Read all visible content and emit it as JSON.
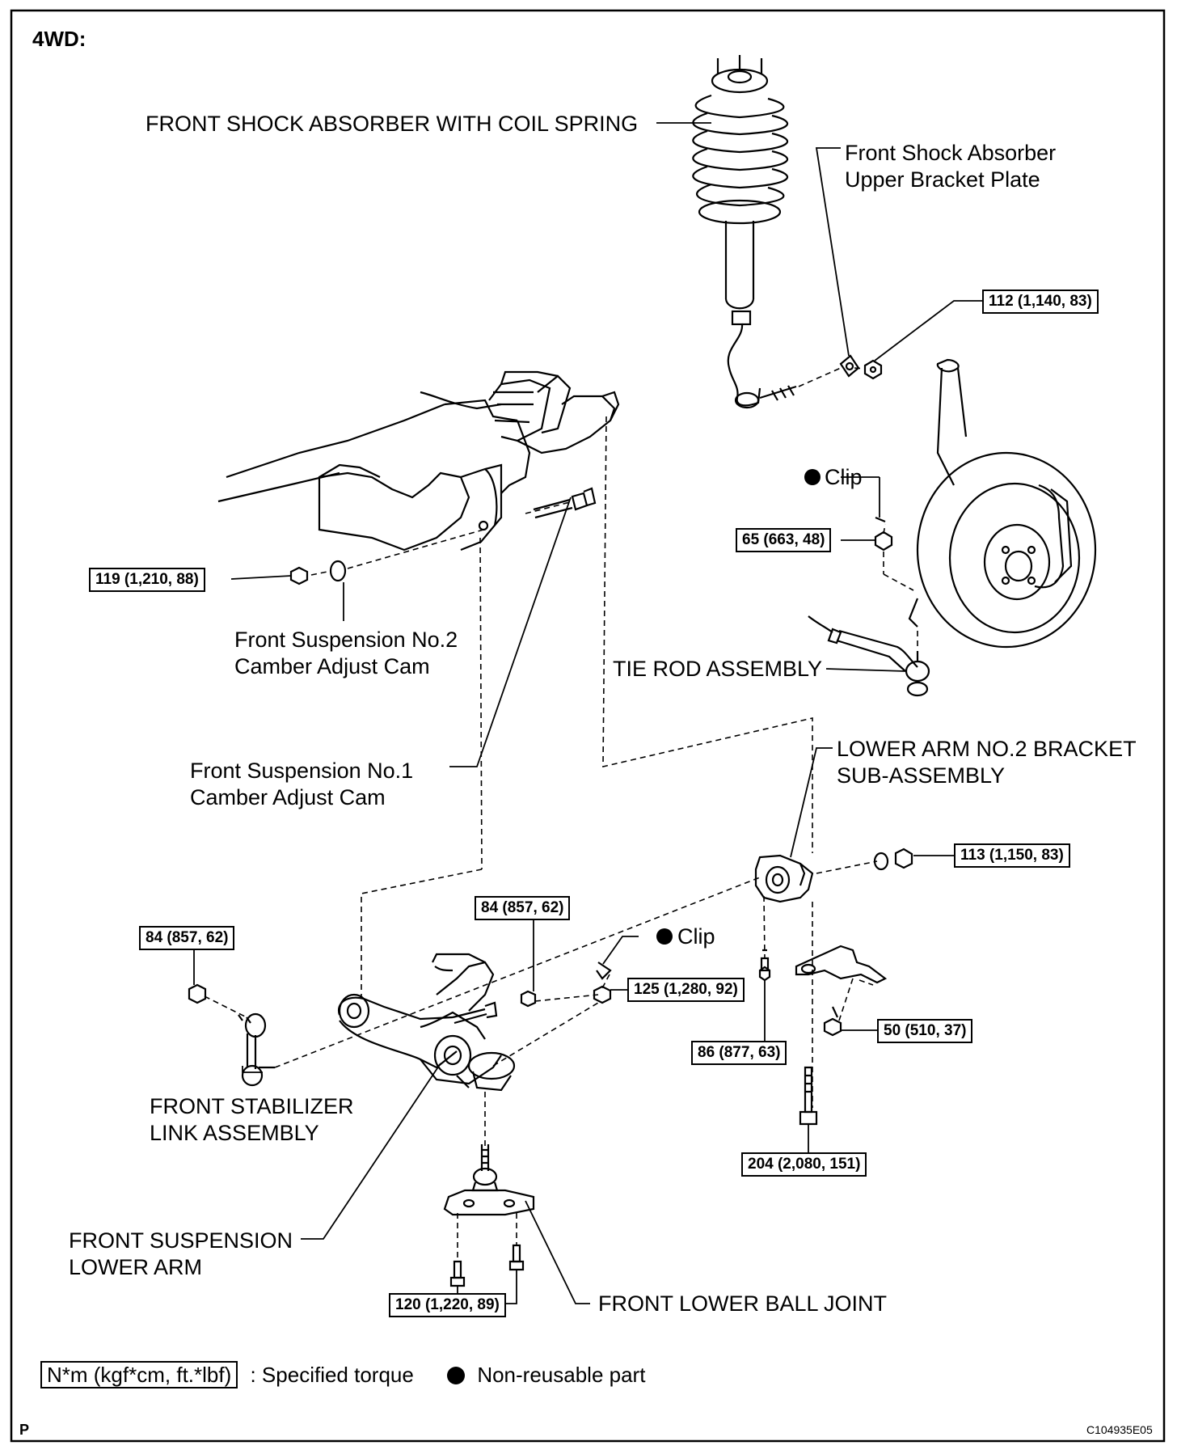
{
  "header": {
    "title": "4WD:"
  },
  "labels": {
    "shock_assy": "FRONT SHOCK ABSORBER WITH COIL SPRING",
    "upper_plate": [
      "Front Shock Absorber",
      "Upper Bracket Plate"
    ],
    "cam2": [
      "Front Suspension No.2",
      "Camber Adjust Cam"
    ],
    "cam1": [
      "Front Suspension No.1",
      "Camber Adjust Cam"
    ],
    "tie_rod": "TIE ROD ASSEMBLY",
    "lower_arm_bracket": [
      "LOWER ARM NO.2 BRACKET",
      "SUB-ASSEMBLY"
    ],
    "stabilizer_link": [
      "FRONT STABILIZER",
      "LINK ASSEMBLY"
    ],
    "lower_arm": [
      "FRONT SUSPENSION",
      "LOWER ARM"
    ],
    "ball_joint": "FRONT LOWER BALL JOINT",
    "clip_top": "Clip",
    "clip_mid": "Clip"
  },
  "torques": {
    "t112": "112 (1,140, 83)",
    "t119": "119 (1,210, 88)",
    "t65": "65 (663, 48)",
    "t113": "113 (1,150, 83)",
    "t84_left": "84 (857, 62)",
    "t84_mid": "84 (857, 62)",
    "t125": "125 (1,280, 92)",
    "t86": "86 (877, 63)",
    "t50": "50 (510, 37)",
    "t204": "204 (2,080, 151)",
    "t120": "120 (1,220, 89)"
  },
  "legend": {
    "torque_unit": "N*m (kgf*cm, ft.*lbf)",
    "torque_text": ": Specified torque",
    "nonreuse_text": "Non-reusable part"
  },
  "footer": {
    "left_mark": "P",
    "code": "C104935E05"
  }
}
